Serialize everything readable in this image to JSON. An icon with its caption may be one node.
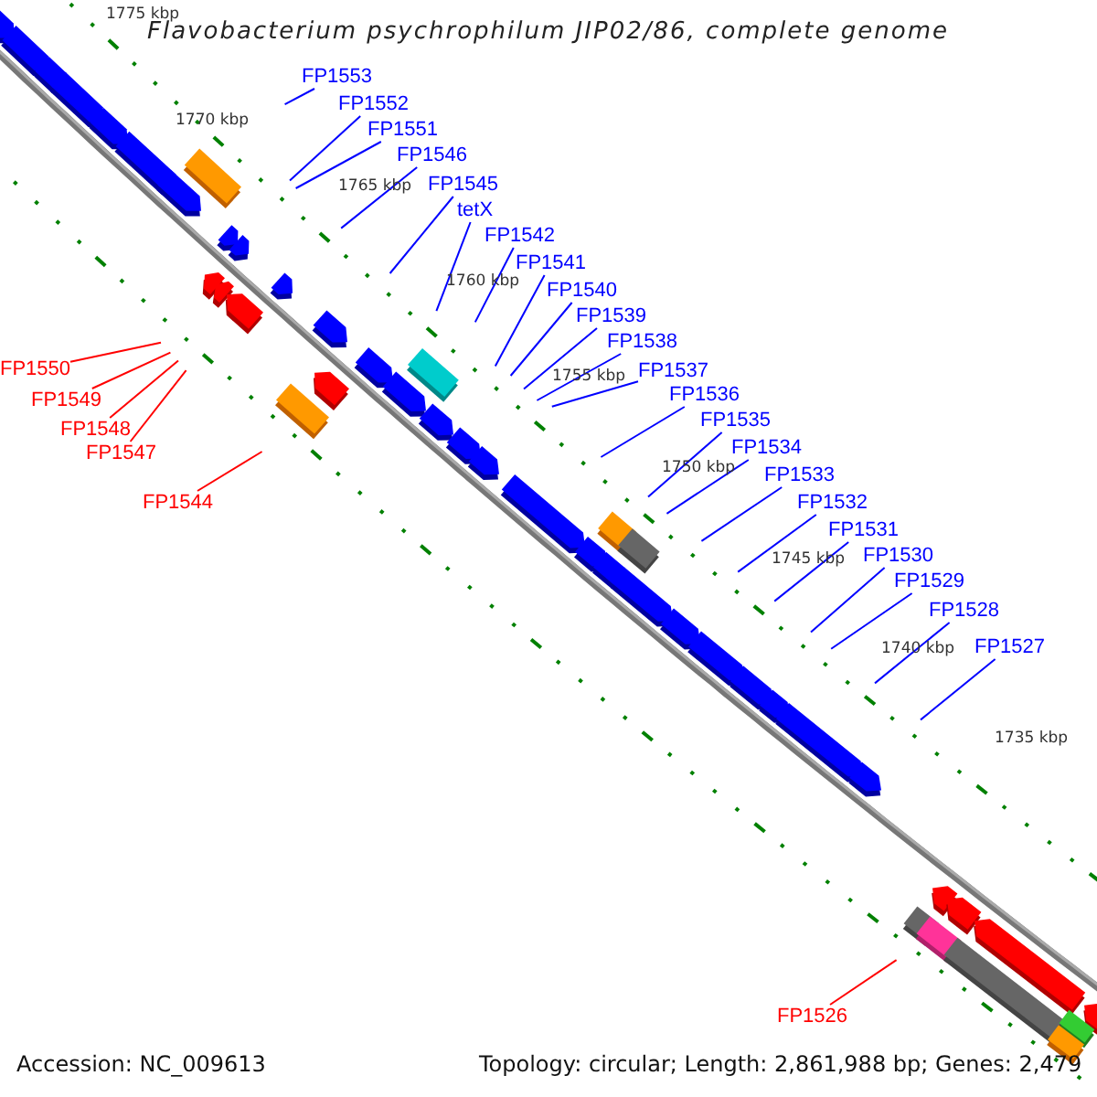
{
  "diagram": {
    "title": "Flavobacterium psychrophilum JIP02/86, complete genome",
    "nodes": [
      {
        "text": [
          "FP1553"
        ]
      },
      {
        "text": [
          "FP1552"
        ]
      },
      {
        "text": [
          "FP1551"
        ]
      },
      {
        "text": [
          "FP1546"
        ]
      },
      {
        "text": [
          "FP1545"
        ]
      },
      {
        "text": [
          "tetX"
        ]
      },
      {
        "text": [
          "FP1542"
        ]
      },
      {
        "text": [
          "FP1541"
        ]
      },
      {
        "text": [
          "FP1540"
        ]
      },
      {
        "text": [
          "FP1539"
        ]
      },
      {
        "text": [
          "FP1538"
        ]
      },
      {
        "text": [
          "FP1537"
        ]
      },
      {
        "text": [
          "FP1536"
        ]
      },
      {
        "text": [
          "FP1535"
        ]
      },
      {
        "text": [
          "FP1534"
        ]
      },
      {
        "text": [
          "FP1533"
        ]
      },
      {
        "text": [
          "FP1532"
        ]
      },
      {
        "text": [
          "FP1531"
        ]
      },
      {
        "text": [
          "FP1530"
        ]
      },
      {
        "text": [
          "FP1529"
        ]
      },
      {
        "text": [
          "FP1528"
        ]
      },
      {
        "text": [
          "FP1527"
        ]
      },
      {
        "text": [
          "FP1550"
        ]
      },
      {
        "text": [
          "FP1549"
        ]
      },
      {
        "text": [
          "FP1548"
        ]
      },
      {
        "text": [
          "FP1547"
        ]
      },
      {
        "text": [
          "FP1544"
        ]
      },
      {
        "text": [
          "FP1526"
        ]
      }
    ],
    "edges": [
      {
        "from": 0,
        "to": null,
        "arrow": "none"
      },
      {
        "from": 1,
        "to": null,
        "arrow": "none"
      },
      {
        "from": 2,
        "to": null,
        "arrow": "none"
      },
      {
        "from": 3,
        "to": null,
        "arrow": "none"
      },
      {
        "from": 4,
        "to": null,
        "arrow": "none"
      },
      {
        "from": 5,
        "to": null,
        "arrow": "none"
      },
      {
        "from": 6,
        "to": null,
        "arrow": "none"
      },
      {
        "from": 7,
        "to": null,
        "arrow": "none"
      },
      {
        "from": 8,
        "to": null,
        "arrow": "none"
      },
      {
        "from": 9,
        "to": null,
        "arrow": "none"
      },
      {
        "from": 10,
        "to": null,
        "arrow": "none"
      },
      {
        "from": 11,
        "to": null,
        "arrow": "none"
      },
      {
        "from": 12,
        "to": null,
        "arrow": "none"
      },
      {
        "from": 13,
        "to": null,
        "arrow": "none"
      },
      {
        "from": 14,
        "to": null,
        "arrow": "none"
      },
      {
        "from": 15,
        "to": null,
        "arrow": "none"
      },
      {
        "from": 16,
        "to": null,
        "arrow": "none"
      },
      {
        "from": 17,
        "to": null,
        "arrow": "none"
      },
      {
        "from": 18,
        "to": null,
        "arrow": "none"
      },
      {
        "from": 19,
        "to": null,
        "arrow": "none"
      },
      {
        "from": 20,
        "to": null,
        "arrow": "none"
      },
      {
        "from": 21,
        "to": null,
        "arrow": "none"
      },
      {
        "from": 22,
        "to": null,
        "arrow": "none",
        "color": "#ff0000"
      },
      {
        "from": 23,
        "to": null,
        "arrow": "none",
        "color": "#ff0000"
      },
      {
        "from": 24,
        "to": null,
        "arrow": "none",
        "color": "#ff0000"
      },
      {
        "from": 25,
        "to": null,
        "arrow": "none",
        "color": "#ff0000"
      },
      {
        "from": 26,
        "to": null,
        "arrow": "none",
        "color": "#ff0000"
      },
      {
        "from": 27,
        "to": null,
        "arrow": "none",
        "color": "#ff0000"
      }
    ],
    "labels": [
      "1775 kbp",
      "1770 kbp",
      "1765 kbp",
      "1760 kbp",
      "1755 kbp",
      "1750 kbp",
      "1745 kbp",
      "1740 kbp",
      "1735 kbp",
      "Accession: NC_009613",
      "Topology: circular; Length: 2,861,988 bp; Genes: 2,479"
    ]
  }
}
